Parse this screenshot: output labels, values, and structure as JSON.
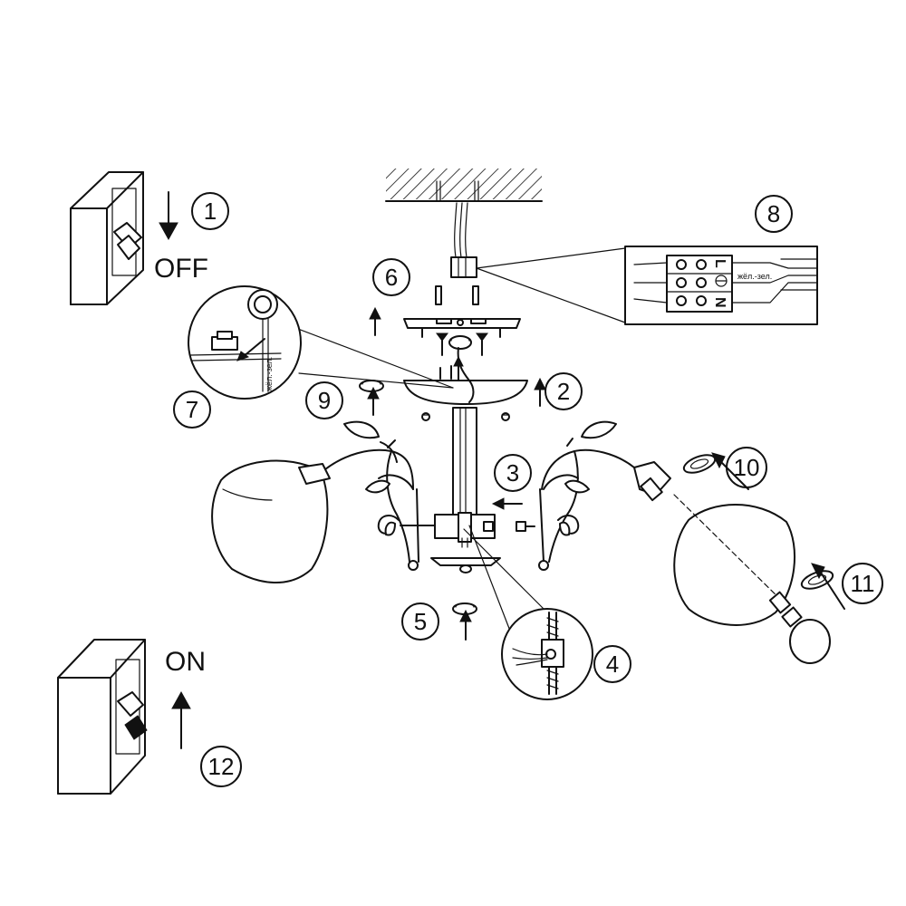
{
  "switch_off": {
    "label": "OFF"
  },
  "switch_on": {
    "label": "ON"
  },
  "steps": [
    "1",
    "2",
    "3",
    "4",
    "5",
    "6",
    "7",
    "8",
    "9",
    "10",
    "11",
    "12"
  ],
  "terminal_block": {
    "labels": {
      "live": "L",
      "neutral": "N"
    },
    "wire_note": "жёл.-зел."
  },
  "detail_7": {
    "wire_note": "жёл.-зел."
  }
}
